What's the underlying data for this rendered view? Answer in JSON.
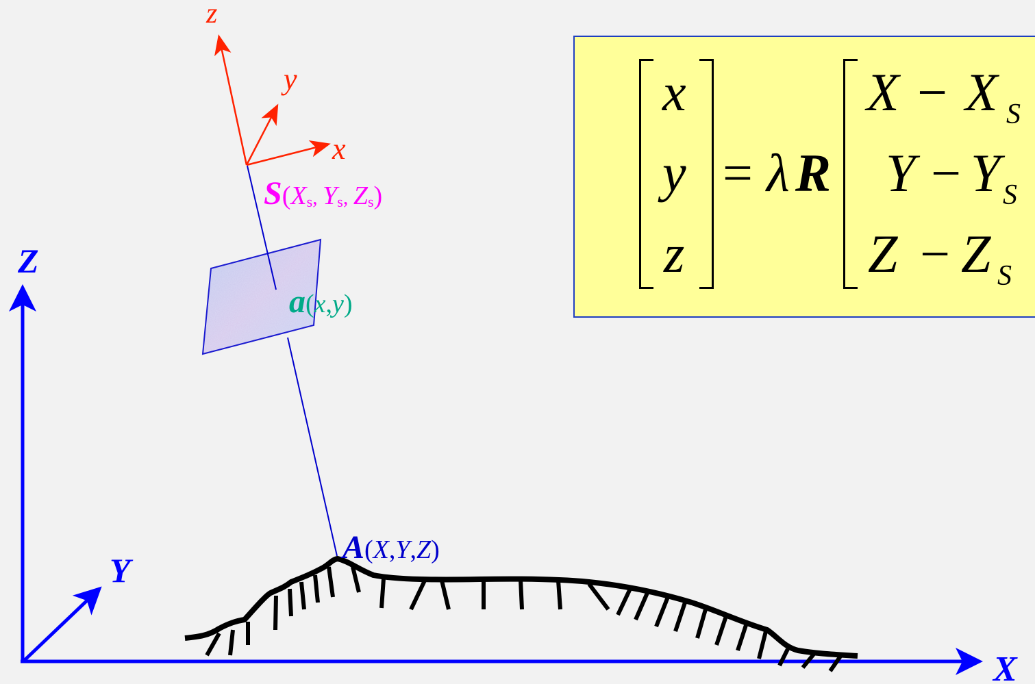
{
  "axes": {
    "Z": "Z",
    "Y": "Y",
    "X": "X"
  },
  "camera_axes": {
    "z": "z",
    "y": "y",
    "x": "x"
  },
  "labels": {
    "S": {
      "symbol": "S",
      "coords": [
        "X",
        "s",
        "Y",
        "s",
        "Z",
        "s"
      ]
    },
    "a": {
      "symbol": "a",
      "coords": [
        "x",
        "y"
      ]
    },
    "A": {
      "symbol": "A",
      "coords": [
        "X",
        "Y",
        "Z"
      ]
    }
  },
  "formula": {
    "left": [
      "x",
      "y",
      "z"
    ],
    "equals": "=",
    "lambda": "λ",
    "R": "R",
    "right": [
      {
        "var": "X",
        "minus": "−",
        "base": "X",
        "sub": "S"
      },
      {
        "var": "Y",
        "minus": "−",
        "base": "Y",
        "sub": "S"
      },
      {
        "var": "Z",
        "minus": "−",
        "base": "Z",
        "sub": "S"
      }
    ]
  },
  "colors": {
    "background": "#f2f2f2",
    "ground_axes": "#0000ff",
    "camera_axes": "#ff3300",
    "ray": "#0000cc",
    "label_S": "#ff00ff",
    "label_a": "#00aa88",
    "label_A": "#0000cc",
    "terrain": "#000000",
    "formula_box": "#ffff99",
    "formula_border": "#1f3fbf"
  }
}
